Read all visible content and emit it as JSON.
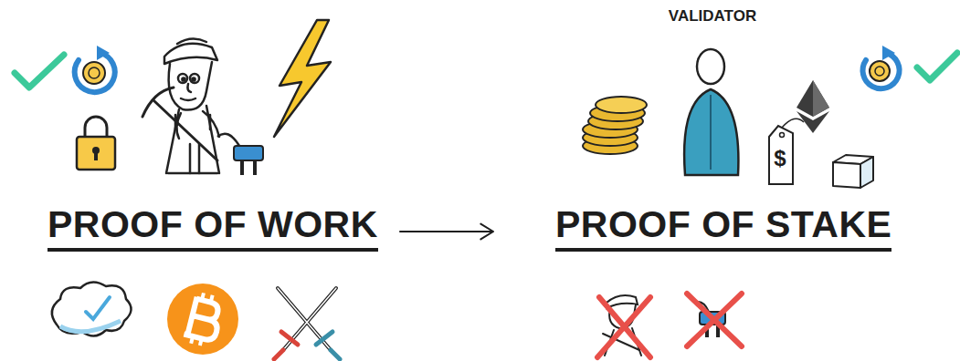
{
  "diagram": {
    "nodes": [
      {
        "text": [
          "PROOF OF WORK"
        ]
      },
      {
        "text": [
          "PROOF OF STAKE"
        ]
      }
    ],
    "edges": [
      {
        "from": 0,
        "to": 1,
        "arrow": "to"
      }
    ],
    "labels": [
      "VALIDATOR",
      "$"
    ]
  }
}
